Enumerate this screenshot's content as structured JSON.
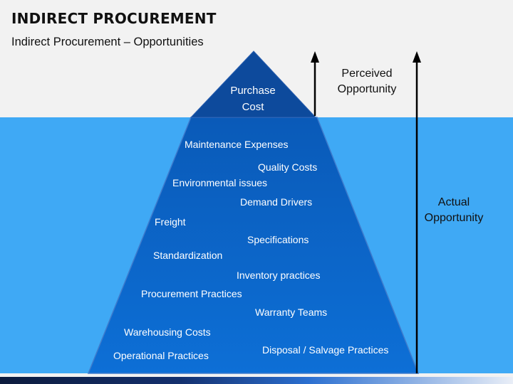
{
  "title": "INDIRECT PROCUREMENT",
  "subtitle": "Indirect Procurement – Opportunities",
  "tip": {
    "line1": "Purchase",
    "line2": "Cost"
  },
  "perceived": {
    "line1": "Perceived",
    "line2": "Opportunity"
  },
  "actual": {
    "line1": "Actual",
    "line2": "Opportunity"
  },
  "items": [
    "Maintenance Expenses",
    "Quality Costs",
    "Environmental issues",
    "Demand Drivers",
    "Freight",
    "Specifications",
    "Standardization",
    "Inventory practices",
    "Procurement Practices",
    "Warranty Teams",
    "Warehousing Costs",
    "Disposal / Salvage Practices",
    "Operational Practices"
  ],
  "colors": {
    "water": "#3fa9f5",
    "iceberg": "#0b63c4",
    "tip": "#0d4a9c",
    "sky": "#f2f2f2",
    "arrow": "#000000"
  },
  "icons": [
    "up-arrow-icon",
    "up-arrow-icon"
  ]
}
